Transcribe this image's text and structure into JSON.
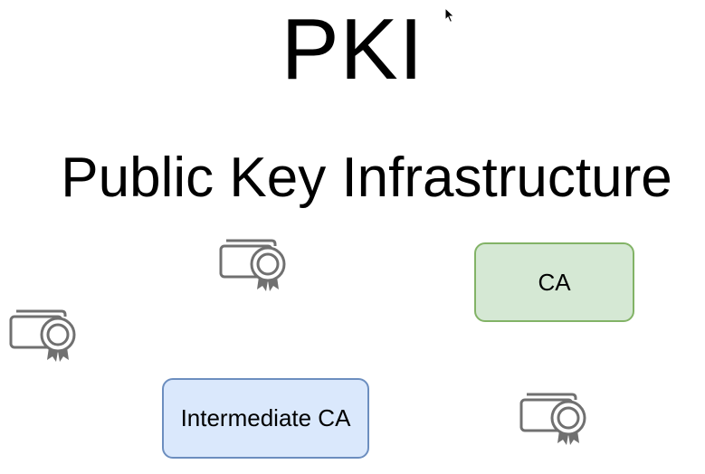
{
  "title": "PKI",
  "subtitle": "Public Key Infrastructure",
  "nodes": {
    "ca": {
      "label": "CA",
      "fill": "#d5e8d4",
      "stroke": "#82b366"
    },
    "intermediate": {
      "label": "Intermediate CA",
      "fill": "#dae8fc",
      "stroke": "#6c8ebf"
    }
  },
  "icons": {
    "certificate": "certificate-icon",
    "cursor": "mouse-pointer-icon"
  },
  "colors": {
    "icon": "#707070",
    "text": "#000000",
    "background": "#ffffff"
  }
}
